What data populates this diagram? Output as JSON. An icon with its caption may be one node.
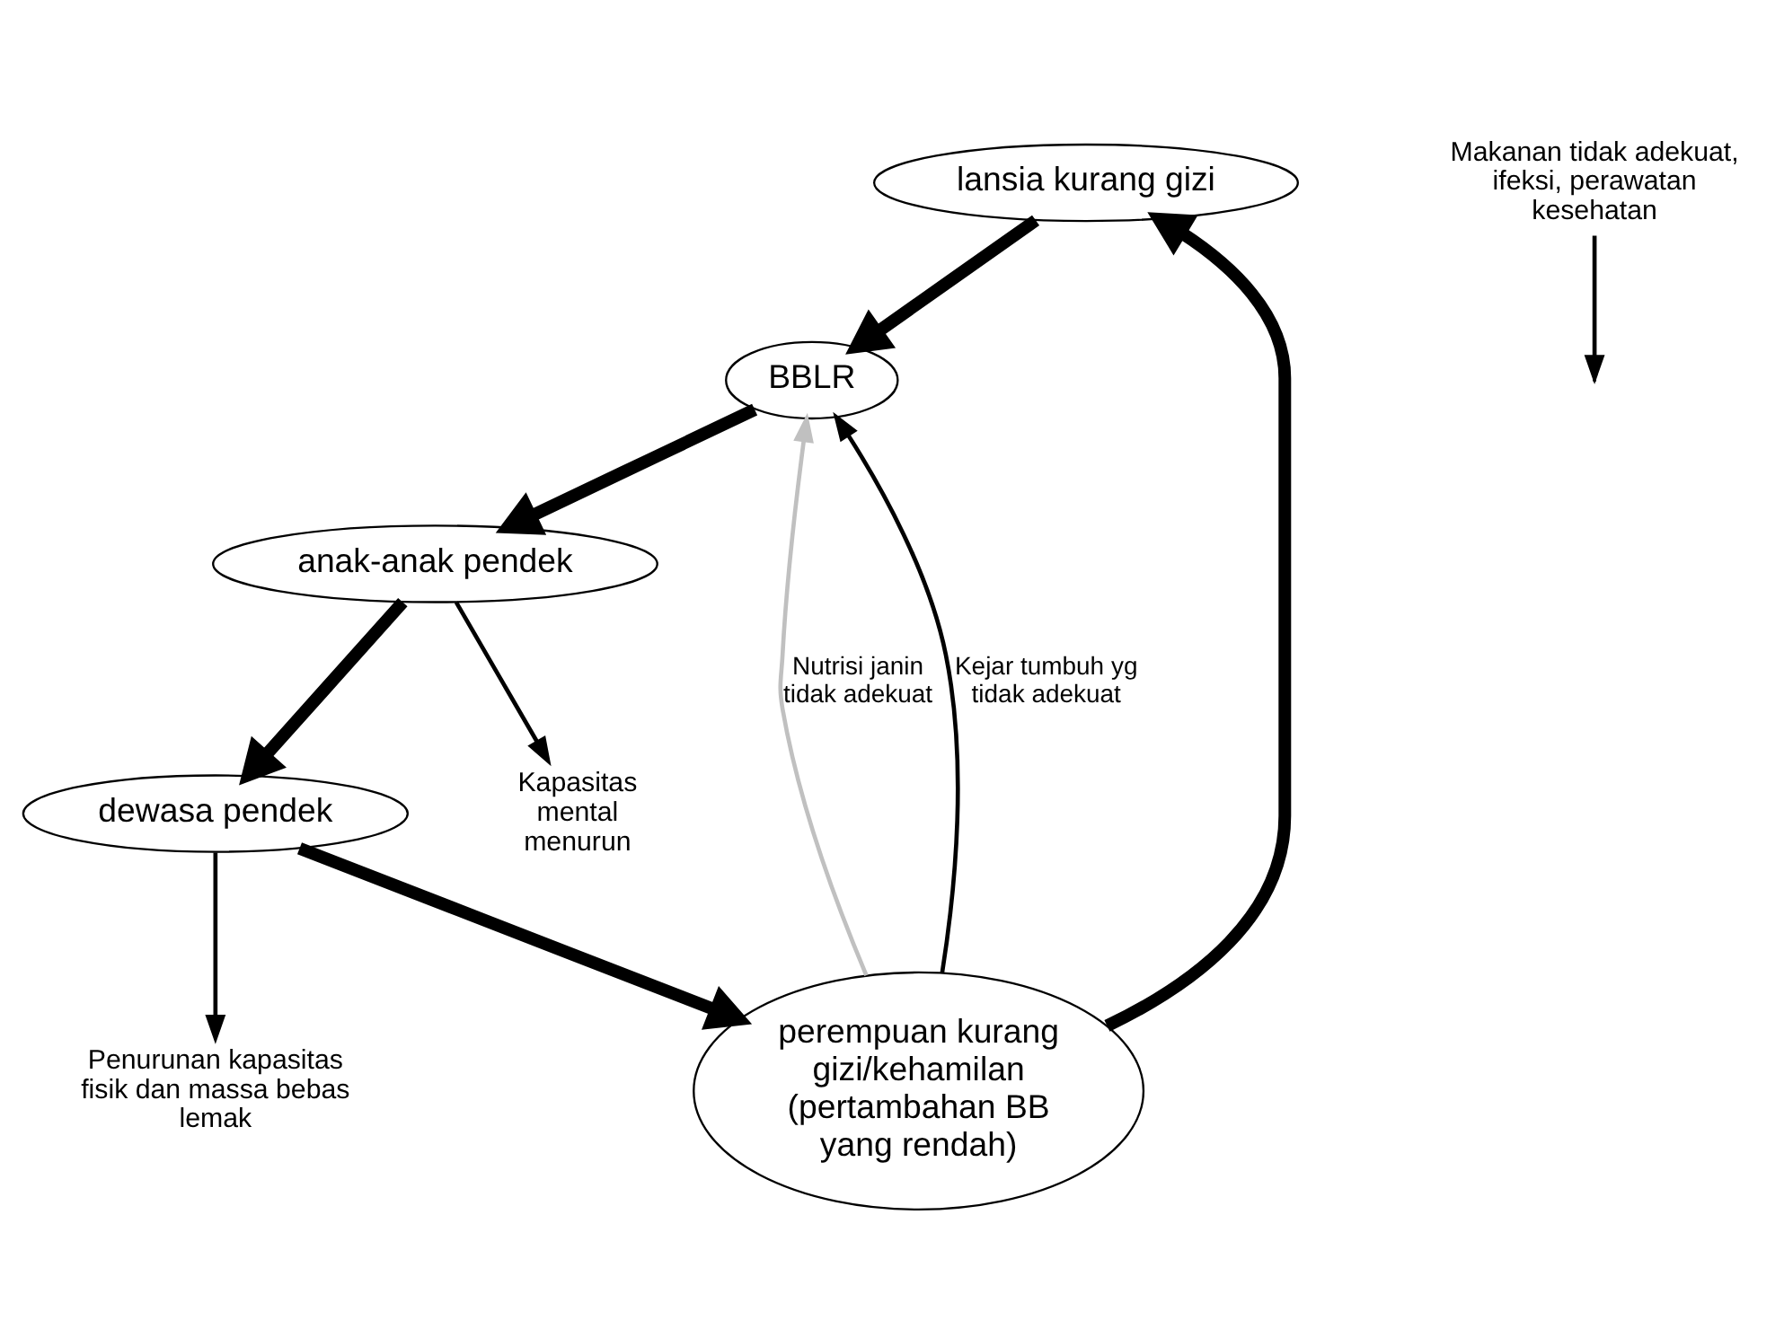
{
  "diagram": {
    "nodes": [
      {
        "text": [
          "lansia kurang gizi"
        ]
      },
      {
        "text": [
          "BBLR"
        ]
      },
      {
        "text": [
          "anak-anak pendek"
        ]
      },
      {
        "text": [
          "dewasa pendek"
        ]
      },
      {
        "text": [
          "perempuan kurang gizi/kehamilan (pertambahan BB yang rendah)"
        ]
      },
      {
        "text": [
          "Makanan tidak adekuat, ifeksi, perawatan kesehatan"
        ]
      },
      {
        "text": [
          "Kapasitas mental menurun"
        ]
      },
      {
        "text": [
          "Penurunan kapasitas fisik dan massa bebas lemak"
        ]
      }
    ],
    "edges": [
      {
        "from": 0,
        "to": 1,
        "arrow": "to",
        "style": "thick"
      },
      {
        "from": 1,
        "to": 2,
        "arrow": "to",
        "style": "thick"
      },
      {
        "from": 2,
        "to": 3,
        "arrow": "to",
        "style": "thick"
      },
      {
        "from": 3,
        "to": 4,
        "arrow": "to",
        "style": "thick"
      },
      {
        "from": 4,
        "to": 0,
        "arrow": "to",
        "style": "thick"
      },
      {
        "from": 4,
        "to": 1,
        "arrow": "to",
        "label": "Nutrisi janin tidak adekuat",
        "color": "#c0c0c0"
      },
      {
        "from": 4,
        "to": 1,
        "arrow": "to",
        "label": "Kejar tumbuh yg tidak adekuat"
      },
      {
        "from": 5,
        "to": null,
        "arrow": "to"
      },
      {
        "from": 2,
        "to": 6,
        "arrow": "to"
      },
      {
        "from": 3,
        "to": 7,
        "arrow": "to"
      }
    ]
  }
}
